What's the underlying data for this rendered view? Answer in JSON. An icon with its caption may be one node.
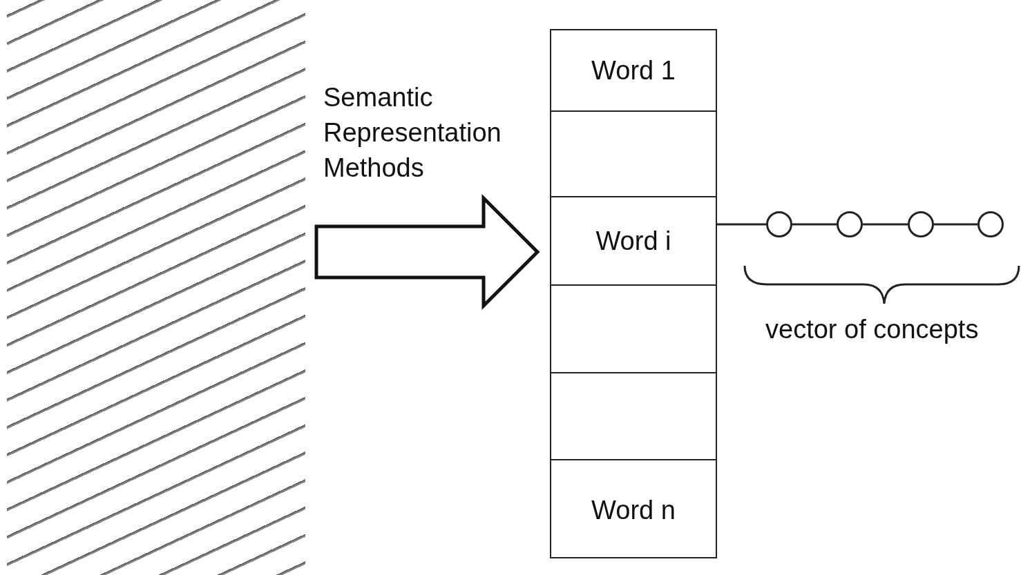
{
  "diagram": {
    "nodes": [
      {
        "text": [],
        "shape": "picture"
      },
      {
        "text": [],
        "shape": "box"
      },
      {
        "text": [
          "Word 1"
        ],
        "in": 1
      },
      {
        "text": [],
        "shape": "box",
        "in": 1
      },
      {
        "text": [
          "Word i"
        ],
        "in": 1
      },
      {
        "text": [],
        "shape": "box",
        "in": 1
      },
      {
        "text": [],
        "shape": "box",
        "in": 1
      },
      {
        "text": [
          "Word n"
        ],
        "in": 1
      },
      {
        "text": [],
        "shape": "circle"
      },
      {
        "text": [],
        "shape": "circle"
      },
      {
        "text": [],
        "shape": "circle"
      },
      {
        "text": [],
        "shape": "circle"
      }
    ],
    "edges": [
      {
        "from": 0,
        "to": 1,
        "arrow": "to",
        "label": "Semantic Representation Methods",
        "style": "thick"
      },
      {
        "from": 4,
        "to": 8,
        "arrow": "none"
      },
      {
        "from": 8,
        "to": 9,
        "arrow": "none"
      },
      {
        "from": 9,
        "to": 10,
        "arrow": "none"
      },
      {
        "from": 10,
        "to": 11,
        "arrow": "none"
      }
    ],
    "labels": [
      "vector of concepts"
    ]
  }
}
